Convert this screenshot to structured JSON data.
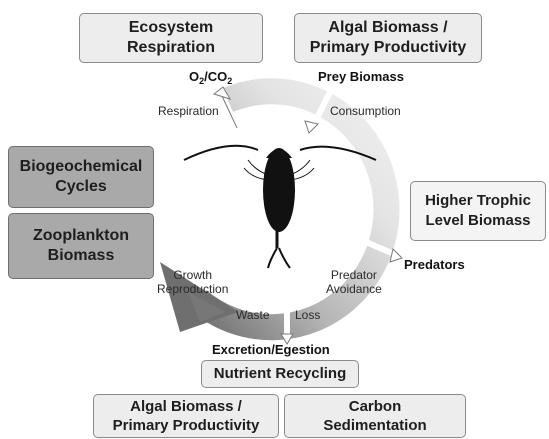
{
  "boxes": {
    "ecosystem_respiration": [
      "Ecosystem",
      "Respiration"
    ],
    "algal_biomass_top": [
      "Algal Biomass /",
      "Primary Productivity"
    ],
    "biogeochemical_cycles": [
      "Biogeochemical",
      "Cycles"
    ],
    "zooplankton_biomass": [
      "Zooplankton",
      "Biomass"
    ],
    "higher_trophic": [
      "Higher Trophic",
      "Level Biomass"
    ],
    "nutrient_recycling": "Nutrient Recycling",
    "algal_biomass_bottom": [
      "Algal Biomass /",
      "Primary Productivity"
    ],
    "carbon_sedimentation": [
      "Carbon",
      "Sedimentation"
    ]
  },
  "labels": {
    "o2": "O",
    "o2_sub": "2",
    "slash_co": "/CO",
    "co2_sub": "2",
    "prey_biomass": "Prey Biomass",
    "respiration": "Respiration",
    "consumption": "Consumption",
    "predators": "Predators",
    "predator_avoidance": [
      "Predator",
      "Avoidance"
    ],
    "growth_reproduction": [
      "Growth",
      "Reproduction"
    ],
    "waste": "Waste",
    "loss": "Loss",
    "excretion_egestion": "Excretion/Egestion"
  },
  "colors": {
    "box_fill": "#ededed",
    "box_dark_fill": "#a9a9a9",
    "cycle_dark": "#6f6f6f",
    "cycle_light": "#e3e3e3",
    "organism": "#111111"
  },
  "icons": {
    "copepod": "copepod-silhouette",
    "cycle": "circular-cycle-arrow"
  }
}
